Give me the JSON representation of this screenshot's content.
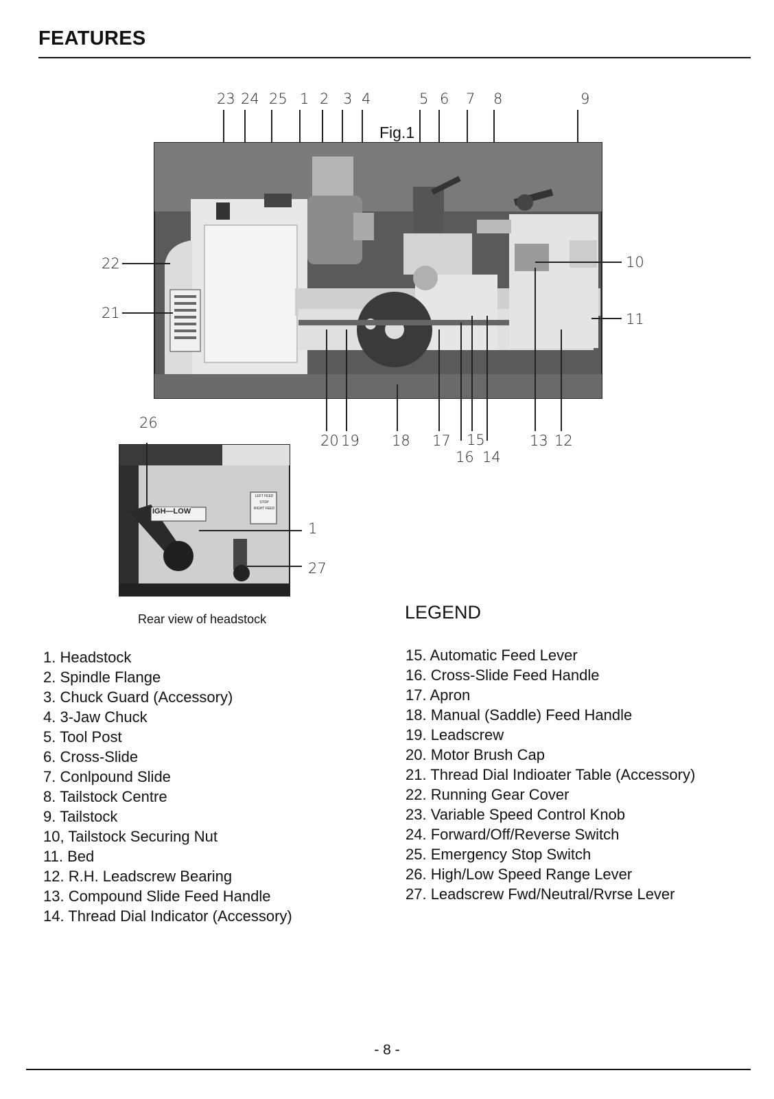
{
  "page": {
    "title": "FEATURES",
    "figure_label": "Fig.1",
    "rear_view_caption": "Rear view of headstock",
    "legend_title": "LEGEND",
    "page_number": "- 8 -"
  },
  "callouts": {
    "top": [
      "23",
      "24",
      "25",
      "1",
      "2",
      "3",
      "4",
      "5",
      "6",
      "7",
      "8",
      "9"
    ],
    "left": [
      "22",
      "21"
    ],
    "right": [
      "10",
      "11"
    ],
    "bottom": [
      "20",
      "19",
      "18",
      "17",
      "15",
      "16",
      "14",
      "13",
      "12"
    ],
    "rear": [
      "26",
      "1",
      "27"
    ]
  },
  "rear_panel": {
    "high_low_label": "IGH—LOW",
    "feed_labels": [
      "LEFT FEED",
      "STOP",
      "RIGHT FEED"
    ]
  },
  "legend": {
    "left": [
      "1. Headstock",
      "2. Spindle Flange",
      "3. Chuck Guard (Accessory)",
      "4. 3-Jaw Chuck",
      "5. Tool Post",
      "6. Cross-Slide",
      "7. Conlpound Slide",
      "8. Tailstock Centre",
      "9. Tailstock",
      "10, Tailstock Securing Nut",
      "11. Bed",
      "12. R.H. Leadscrew Bearing",
      "13. Compound Slide Feed Handle",
      "14. Thread Dial Indicator (Accessory)"
    ],
    "right": [
      "15. Automatic Feed Lever",
      "16. Cross-Slide Feed Handle",
      "17. Apron",
      "18. Manual (Saddle) Feed Handle",
      "19. Leadscrew",
      "20. Motor Brush Cap",
      "21. Thread Dial Indioater Table (Accessory)",
      "22. Running Gear Cover",
      "23. Variable Speed Control Knob",
      "24. Forward/Off/Reverse Switch",
      "25. Emergency Stop Switch",
      "26. High/Low Speed Range Lever",
      "27. Leadscrew Fwd/Neutral/Rvrse Lever"
    ]
  }
}
